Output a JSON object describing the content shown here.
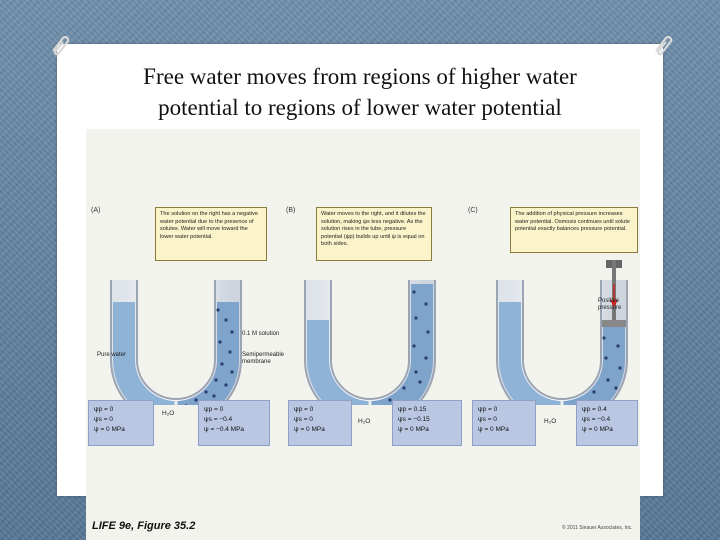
{
  "slide": {
    "title_line1": "Free water moves from regions of higher water",
    "title_line2": "potential to regions of lower water potential"
  },
  "figure": {
    "caption_italic": "LIFE 9e",
    "caption_rest": ", Figure 35.2",
    "copyright": "© 2011 Sinauer Associates, Inc.",
    "panels": [
      {
        "letter": "(A)",
        "note": "The solution on the right has a negative water potential due to the presence of solutes. Water will move toward the lower water potential.",
        "labels": {
          "solution": "0.1 M solution",
          "membrane": "Semipermeable membrane",
          "pure": "Pure water"
        },
        "h2o": "H₂O",
        "left_box": [
          "ψp = 0",
          "ψs = 0",
          "ψ  = 0 MPa"
        ],
        "right_box": [
          "ψp = 0",
          "ψs = −0.4",
          "ψ  = −0.4 MPa"
        ]
      },
      {
        "letter": "(B)",
        "note": "Water moves to the right, and it dilutes the solution, making ψs less negative. As the solution rises in the tube, pressure potential (ψp) builds up until ψ is equal on both sides.",
        "h2o": "H₂O",
        "left_box": [
          "ψp = 0",
          "ψs = 0",
          "ψ  = 0 MPa"
        ],
        "right_box": [
          "ψp = 0.15",
          "ψs = −0.15",
          "ψ  = 0 MPa"
        ]
      },
      {
        "letter": "(C)",
        "note": "The addition of physical pressure increases water potential. Osmosis continues until solute potential exactly balances pressure potential.",
        "labels": {
          "pressure": "Positive pressure"
        },
        "h2o": "H₂O",
        "left_box": [
          "ψp = 0",
          "ψs = 0",
          "ψ  = 0 MPa"
        ],
        "right_box": [
          "ψp = 0.4",
          "ψs = −0.4",
          "ψ  = 0 MPa"
        ]
      }
    ]
  }
}
